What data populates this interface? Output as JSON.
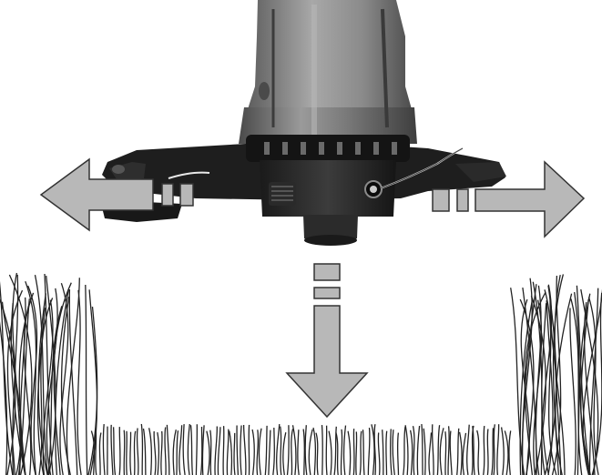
{
  "figure": {
    "kind": "trimmer-edging-illustration",
    "colors": {
      "arrow_fill": "#b8b8b8",
      "arrow_stroke": "#333333",
      "body_light": "#8e8e8e",
      "body_dark": "#3a3a3a",
      "head_black": "#1c1c1c",
      "grass": "#222222",
      "background": "#ffffff"
    },
    "elements": [
      {
        "name": "trimmer-motor-housing",
        "icon": "trimmer-head"
      },
      {
        "name": "guard-plate",
        "icon": "guard"
      },
      {
        "name": "spool-head",
        "icon": "spool"
      },
      {
        "name": "cutting-line",
        "icon": "line"
      },
      {
        "name": "left-arrow",
        "icon": "arrow-left"
      },
      {
        "name": "right-arrow",
        "icon": "arrow-right"
      },
      {
        "name": "down-arrow",
        "icon": "arrow-down"
      },
      {
        "name": "left-grass-clump",
        "icon": "grass"
      },
      {
        "name": "right-grass-clump",
        "icon": "grass"
      },
      {
        "name": "trimmed-grass-strip",
        "icon": "grass-short"
      }
    ]
  }
}
